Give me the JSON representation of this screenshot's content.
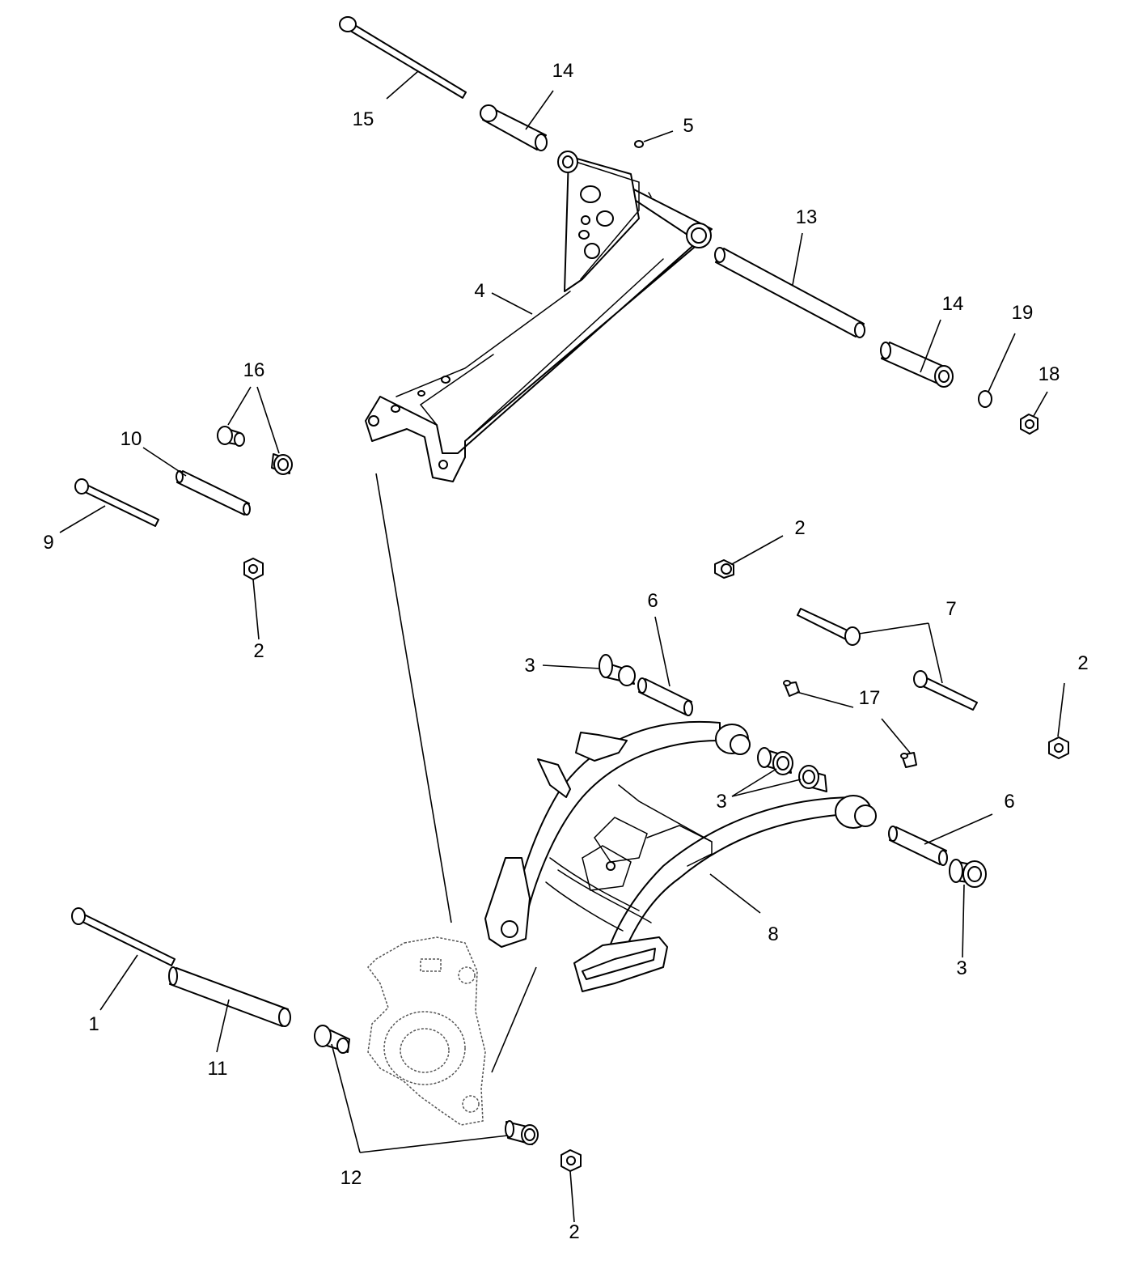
{
  "callouts": {
    "c1": "1",
    "c2a": "2",
    "c2b": "2",
    "c2c": "2",
    "c2d": "2",
    "c3a": "3",
    "c3b": "3",
    "c3c": "3",
    "c4": "4",
    "c5": "5",
    "c6a": "6",
    "c6b": "6",
    "c7": "7",
    "c8": "8",
    "c9": "9",
    "c10": "10",
    "c11": "11",
    "c12": "12",
    "c13": "13",
    "c14a": "14",
    "c14b": "14",
    "c15": "15",
    "c16": "16",
    "c17": "17",
    "c18": "18",
    "c19": "19"
  }
}
